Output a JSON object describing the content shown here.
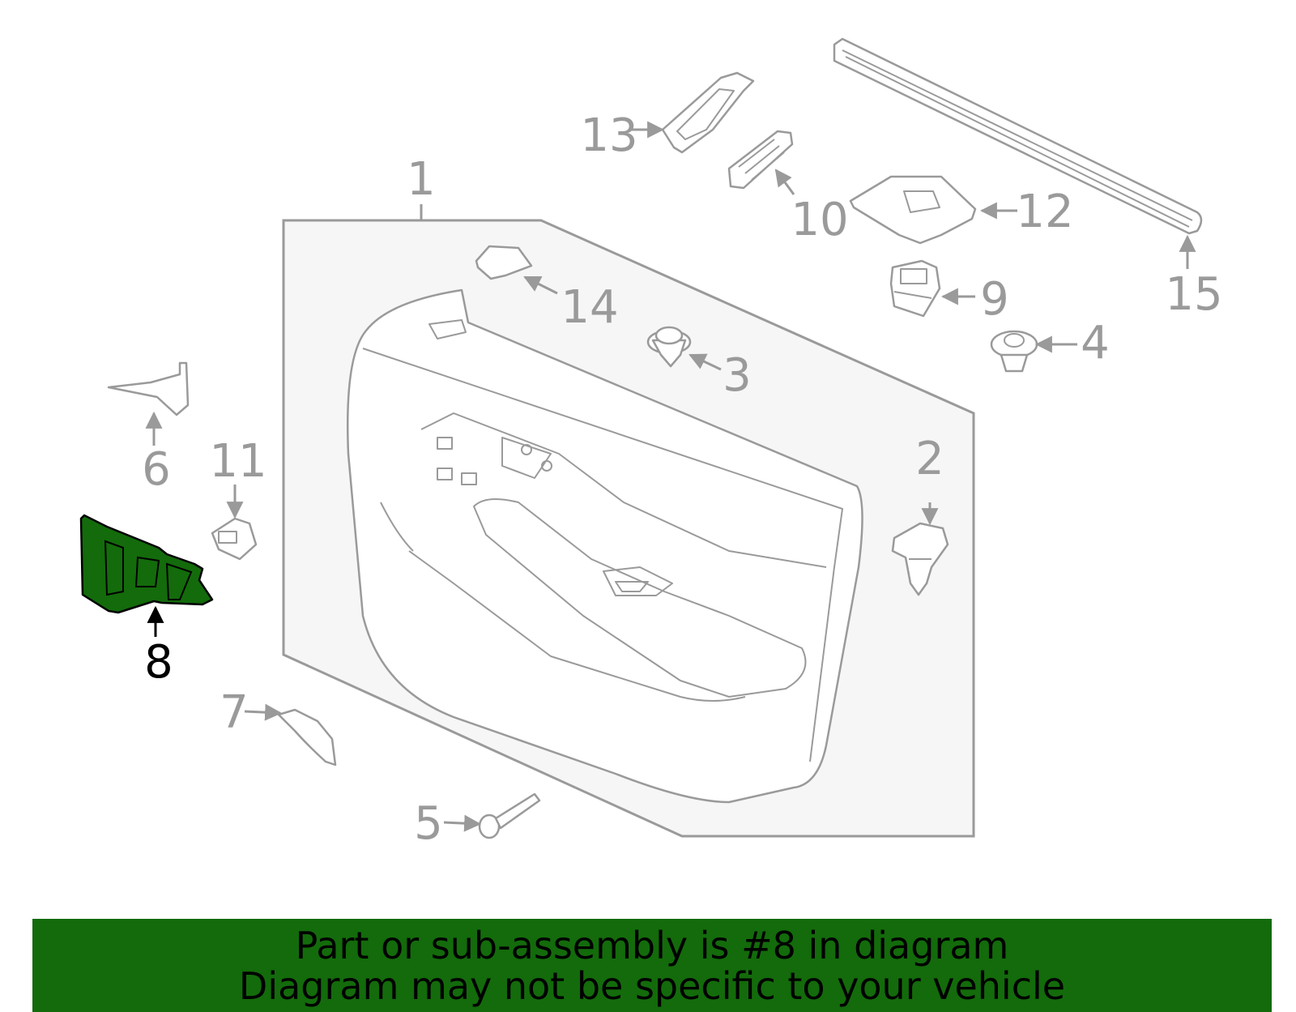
{
  "diagram": {
    "highlighted_callout": "8",
    "highlight_color": "#136b0b",
    "line_color": "#9a9a9a",
    "callouts": [
      "1",
      "2",
      "3",
      "4",
      "5",
      "6",
      "7",
      "8",
      "9",
      "10",
      "11",
      "12",
      "13",
      "14",
      "15"
    ]
  },
  "banner": {
    "line1": "Part or sub-assembly is #8 in diagram",
    "line2": "Diagram may not be specific to your vehicle",
    "background": "#136b0b"
  }
}
